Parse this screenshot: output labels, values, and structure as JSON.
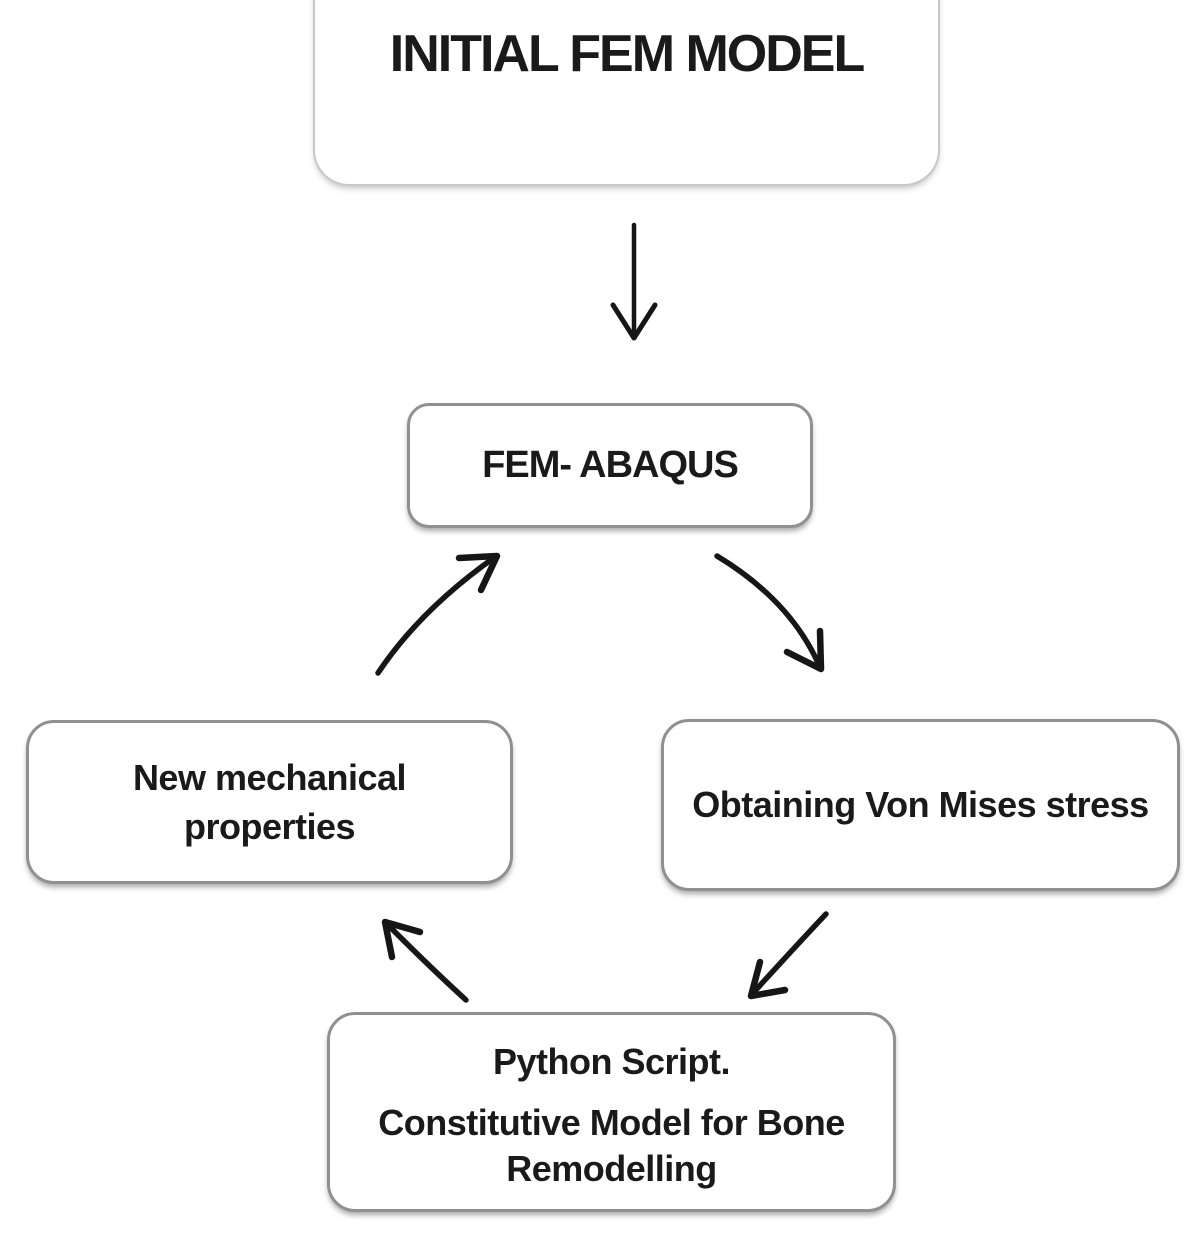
{
  "diagram": {
    "type": "flowchart",
    "background": "#ffffff",
    "colors": {
      "box_fill": "#ffffff",
      "box_border": "#909090",
      "box_border_light": "#c8c8c8",
      "text": "#1a1a1a",
      "arrow": "#161616"
    },
    "nodes": {
      "initial": {
        "label": "INITIAL FEM MODEL"
      },
      "fem": {
        "label": "FEM- ABAQUS"
      },
      "new_mech": {
        "label": "New mechanical properties"
      },
      "von_mises": {
        "label": "Obtaining Von Mises stress"
      },
      "python": {
        "line1": "Python Script.",
        "line2": "Constitutive Model for Bone Remodelling"
      }
    },
    "edges": [
      {
        "from": "INITIAL FEM MODEL",
        "to": "FEM- ABAQUS",
        "style": "straight-down"
      },
      {
        "from": "FEM- ABAQUS",
        "to": "Obtaining Von Mises stress",
        "style": "curved-down-right"
      },
      {
        "from": "Obtaining Von Mises stress",
        "to": "Python Script. Constitutive Model for Bone Remodelling",
        "style": "curved-down-left"
      },
      {
        "from": "Python Script. Constitutive Model for Bone Remodelling",
        "to": "New mechanical properties",
        "style": "curved-up-left"
      },
      {
        "from": "New mechanical properties",
        "to": "FEM- ABAQUS",
        "style": "curved-up-right"
      }
    ]
  }
}
